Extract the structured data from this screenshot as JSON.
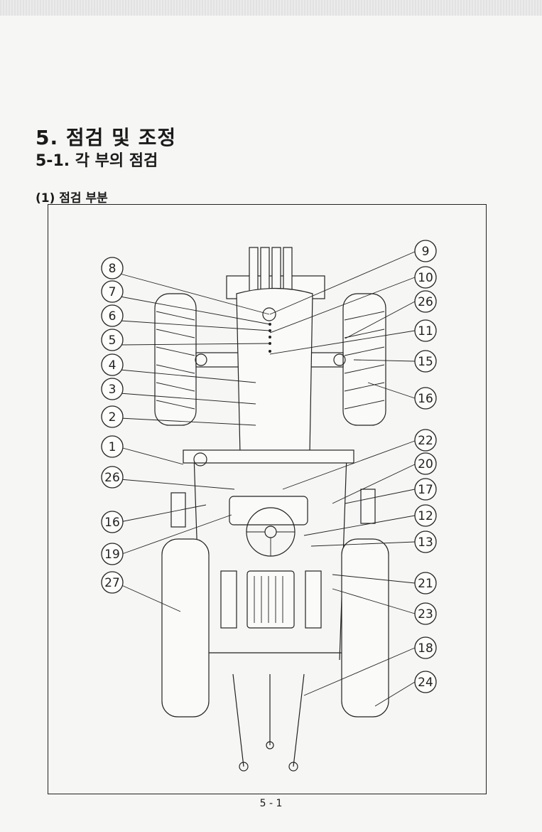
{
  "section_title": "5. 점검 및 조정",
  "subsection_title": "5-1. 각 부의 점검",
  "item_heading": "(1) 점검 부분",
  "callouts_left": [
    "8",
    "7",
    "6",
    "5",
    "4",
    "3",
    "2",
    "1",
    "26",
    "16",
    "19",
    "27"
  ],
  "callouts_right": [
    "9",
    "10",
    "26",
    "11",
    "15",
    "16",
    "22",
    "20",
    "17",
    "12",
    "13",
    "21",
    "23",
    "18",
    "24"
  ],
  "page_number": "5 - 1"
}
